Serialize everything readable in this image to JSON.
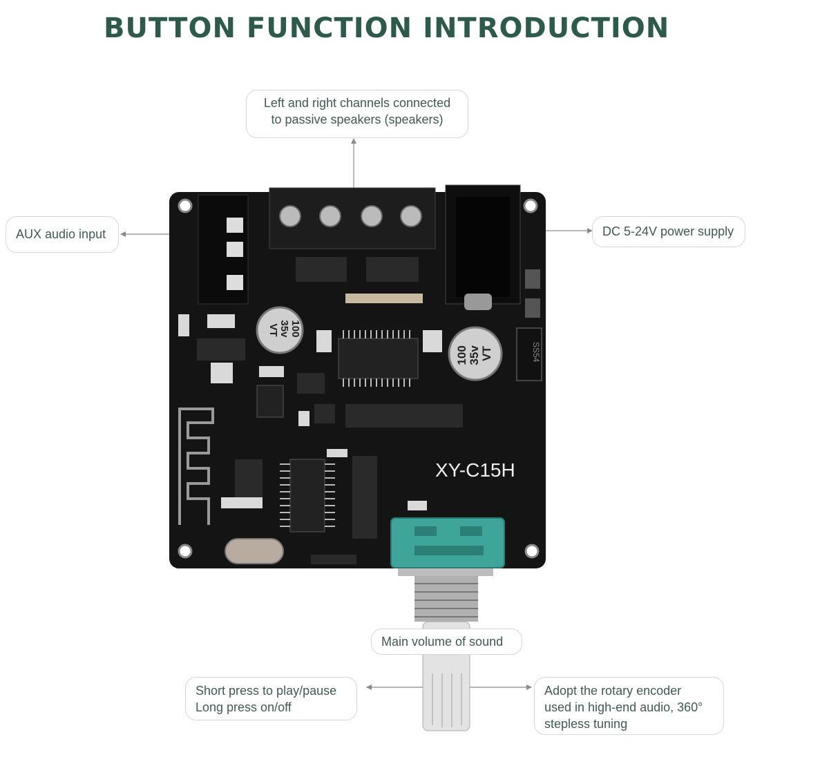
{
  "title": "BUTTON FUNCTION INTRODUCTION",
  "colors": {
    "title": "#2d5a4a",
    "text": "#3f5a52",
    "board": "#141414",
    "encoder": "#3fa59a"
  },
  "callouts": {
    "speakers": [
      "Left and right channels connected",
      "to passive speakers (speakers)"
    ],
    "aux": "AUX audio input",
    "power": "DC 5-24V power supply",
    "volume": "Main volume of sound",
    "press": [
      "Short press to play/pause",
      "Long press on/off"
    ],
    "encoder": [
      "Adopt the rotary encoder",
      "used in high-end audio, 360°",
      "stepless tuning"
    ]
  },
  "board": {
    "model": "XY-C15H",
    "capacitor_label": [
      "100",
      "35v",
      "VT"
    ],
    "diode_label": "SS54"
  }
}
